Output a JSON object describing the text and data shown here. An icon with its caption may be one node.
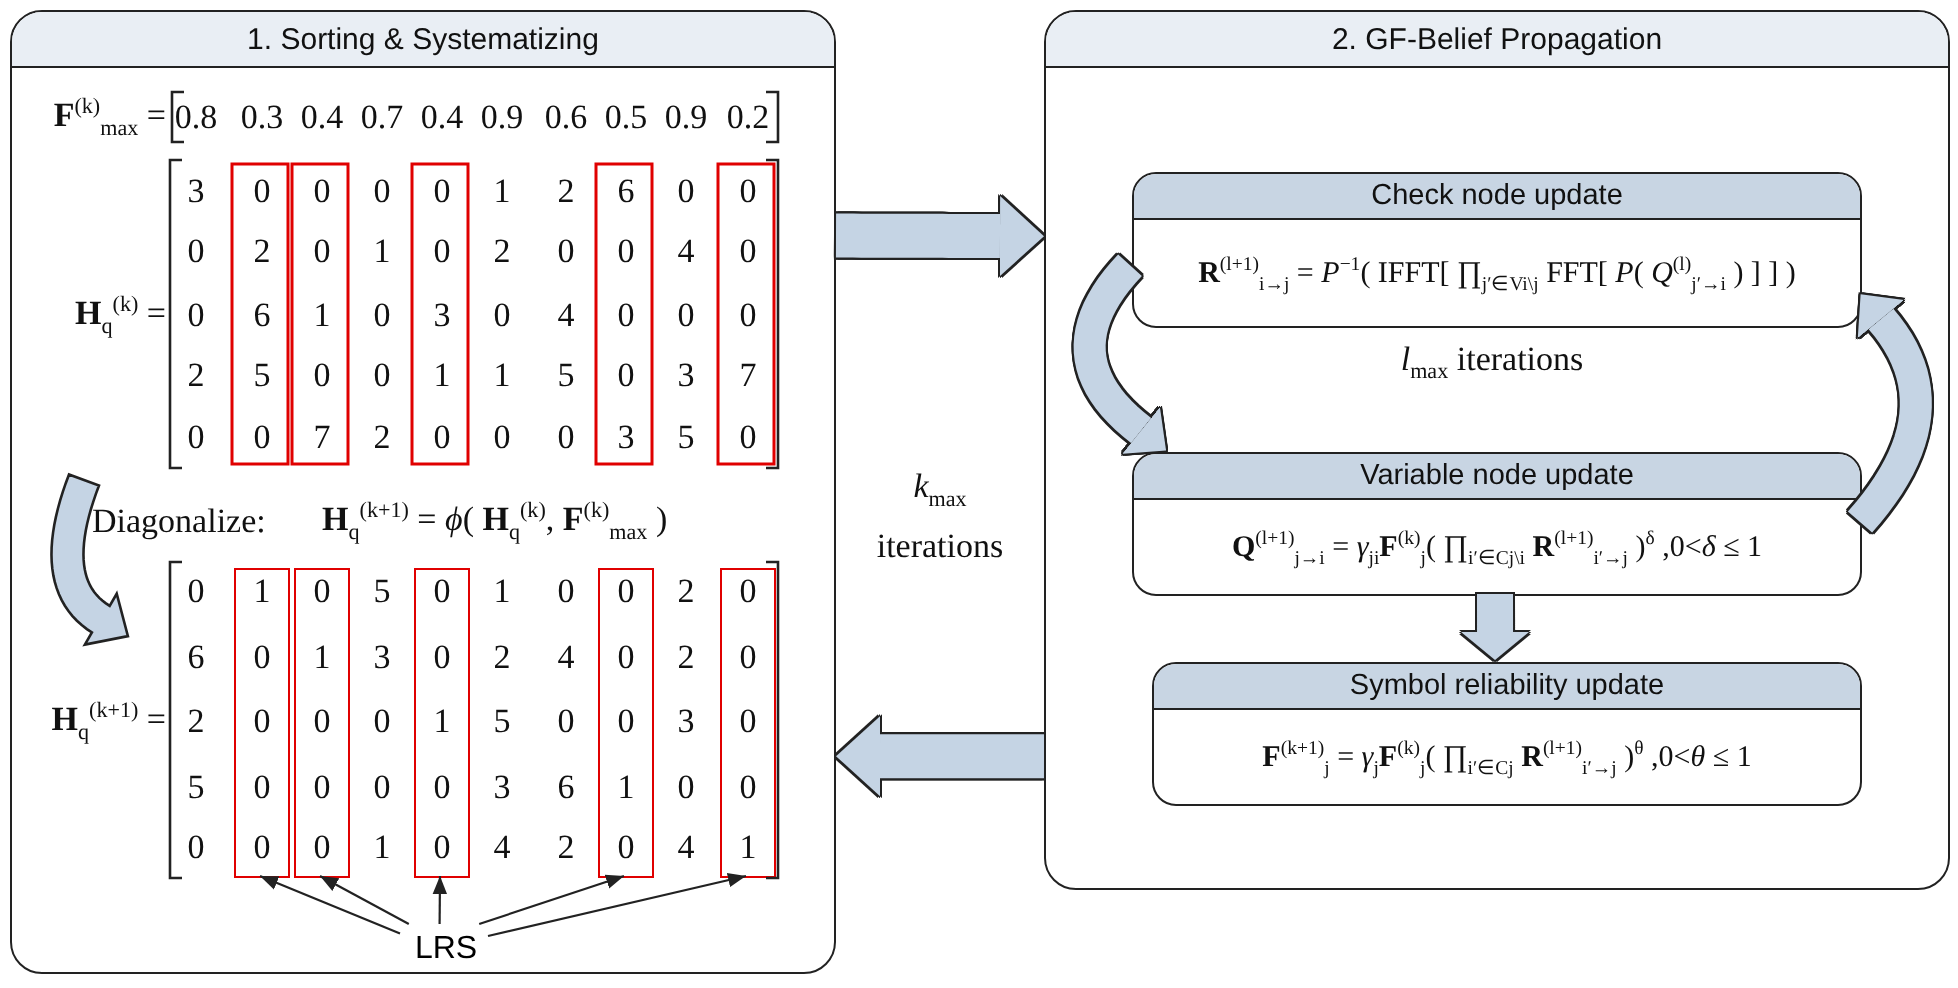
{
  "diagram": {
    "nodes": [
      {
        "text": [
          "1. Sorting & Systematizing"
        ]
      },
      {
        "text": [
          "2. GF-Belief Propagation"
        ]
      },
      {
        "text": [
          "Check node update",
          "**R**$^{(l+1)}$$_{i→j}$ = *P*$^{−1}$( IFFT[ ∏$_{j′∈Vi\\j}$ FFT[ *P*( *Q*$^{(l)}$$_{j′→i}$ ) ] ] )"
        ],
        "in": 1
      },
      {
        "text": [
          "Variable node update",
          "**Q**$^{(l+1)}$$_{j→i}$ = *γ*$_{ji}$**F**$^{(k)}$$_{j}$( ∏$_{i′∈Cj\\i}$ **R**$^{(l+1)}$$_{i′→j}$ )$^{δ}$ ,0<*δ* ≤ 1"
        ],
        "in": 1
      },
      {
        "text": [
          "Symbol reliability update",
          "**F**$^{(k+1)}$$_{j}$ = *γ*$_{j}$**F**$^{(k)}$$_{j}$( ∏$_{i′∈Cj}$ **R**$^{(l+1)}$$_{i′→j}$ )$^{θ}$ ,0<*θ* ≤ 1"
        ],
        "in": 1
      },
      {
        "text": [
          "LRS"
        ],
        "in": 0
      },
      {
        "text": [],
        "shape": "box",
        "in": 0
      },
      {
        "text": [],
        "shape": "box",
        "in": 0
      },
      {
        "text": [],
        "shape": "box",
        "in": 0
      },
      {
        "text": [],
        "shape": "box",
        "in": 0
      },
      {
        "text": [],
        "shape": "box",
        "in": 0
      }
    ],
    "edges": [
      {
        "from": 0,
        "to": 1,
        "arrow": "to",
        "style": "thick"
      },
      {
        "from": 1,
        "to": 0,
        "arrow": "to",
        "style": "thick"
      },
      {
        "from": 2,
        "to": 3,
        "arrow": "to",
        "style": "thick"
      },
      {
        "from": 3,
        "to": 2,
        "arrow": "to",
        "style": "thick"
      },
      {
        "from": 3,
        "to": 4,
        "arrow": "to",
        "style": "thick"
      },
      {
        "from": 5,
        "to": 6,
        "arrow": "to",
        "color": "#222222"
      },
      {
        "from": 5,
        "to": 7,
        "arrow": "to",
        "color": "#222222"
      },
      {
        "from": 5,
        "to": 8,
        "arrow": "to",
        "color": "#222222"
      },
      {
        "from": 5,
        "to": 9,
        "arrow": "to",
        "color": "#222222"
      },
      {
        "from": 5,
        "to": 10,
        "arrow": "to",
        "color": "#222222"
      }
    ],
    "labels": [
      "**F**$^{(k)}$$_{max}$ =",
      "0.8",
      "0.3",
      "0.4",
      "0.7",
      "0.4",
      "0.9",
      "0.6",
      "0.5",
      "0.9",
      "0.2",
      "**H**$_{q}$$^{(k)}$ =",
      "3",
      "0",
      "0",
      "0",
      "0",
      "1",
      "2",
      "6",
      "0",
      "0",
      "0",
      "2",
      "0",
      "1",
      "0",
      "2",
      "0",
      "0",
      "4",
      "0",
      "0",
      "6",
      "1",
      "0",
      "3",
      "0",
      "4",
      "0",
      "0",
      "0",
      "2",
      "5",
      "0",
      "0",
      "1",
      "1",
      "5",
      "0",
      "3",
      "7",
      "0",
      "0",
      "7",
      "2",
      "0",
      "0",
      "0",
      "3",
      "5",
      "0",
      "Diagonalize:",
      "**H**$_{q}$$^{(k+1)}$ = *ϕ*( **H**$_{q}$$^{(k)}$, **F**$^{(k)}$$_{max}$ )",
      "**H**$_{q}$$^{(k+1)}$ =",
      "0",
      "1",
      "0",
      "5",
      "0",
      "1",
      "0",
      "0",
      "2",
      "0",
      "6",
      "0",
      "1",
      "3",
      "0",
      "2",
      "4",
      "0",
      "2",
      "0",
      "2",
      "0",
      "0",
      "0",
      "1",
      "5",
      "0",
      "0",
      "3",
      "0",
      "5",
      "0",
      "0",
      "0",
      "0",
      "3",
      "6",
      "1",
      "0",
      "0",
      "0",
      "0",
      "0",
      "1",
      "0",
      "4",
      "2",
      "0",
      "4",
      "1",
      "*k*$_{max}$ iterations",
      "*l*$_{max}$ iterations"
    ]
  }
}
